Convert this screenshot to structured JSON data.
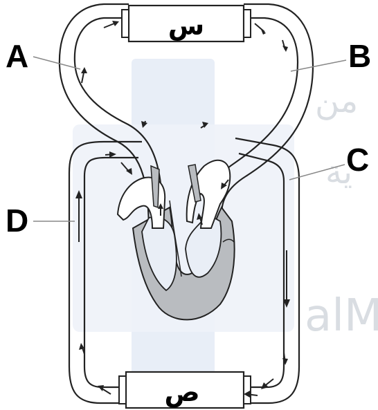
{
  "labels": {
    "a": "A",
    "b": "B",
    "c": "C",
    "d": "D"
  },
  "organs": {
    "top": "س",
    "bottom": "ص"
  },
  "watermark": {
    "line1": "من",
    "line2": "ية",
    "line3": "alM"
  },
  "colors": {
    "stroke": "#222222",
    "heart_shade": "#b9bcc0",
    "watermark": "#d9dde2",
    "background_panel": "#e6edf7"
  }
}
